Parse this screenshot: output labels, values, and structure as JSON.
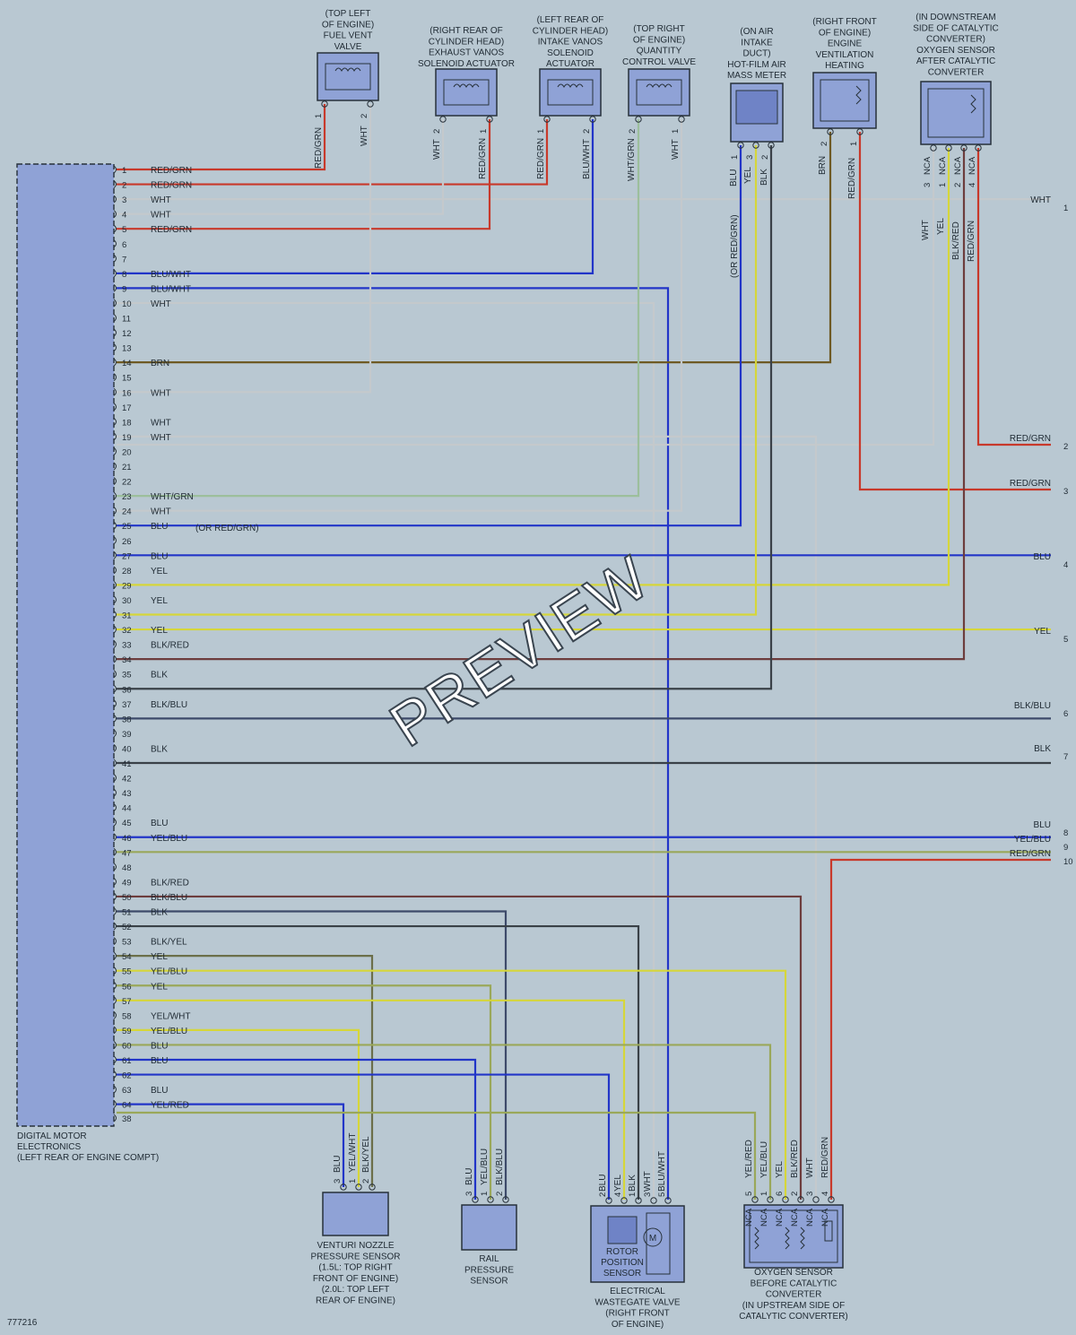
{
  "diagram_number": "777216",
  "watermark": "PREVIEW",
  "ecu": {
    "label_lines": [
      "DIGITAL MOTOR",
      "ELECTRONICS",
      "(LEFT REAR OF ENGINE COMPT)"
    ]
  },
  "ecu_pins": [
    {
      "n": "1",
      "wire": "RED/GRN"
    },
    {
      "n": "2",
      "wire": "RED/GRN"
    },
    {
      "n": "3",
      "wire": "WHT"
    },
    {
      "n": "4",
      "wire": "WHT"
    },
    {
      "n": "5",
      "wire": "RED/GRN"
    },
    {
      "n": "6",
      "wire": ""
    },
    {
      "n": "7",
      "wire": ""
    },
    {
      "n": "8",
      "wire": "BLU/WHT"
    },
    {
      "n": "9",
      "wire": "BLU/WHT"
    },
    {
      "n": "10",
      "wire": "WHT"
    },
    {
      "n": "11",
      "wire": ""
    },
    {
      "n": "12",
      "wire": ""
    },
    {
      "n": "13",
      "wire": ""
    },
    {
      "n": "14",
      "wire": "BRN"
    },
    {
      "n": "15",
      "wire": ""
    },
    {
      "n": "16",
      "wire": "WHT"
    },
    {
      "n": "17",
      "wire": ""
    },
    {
      "n": "18",
      "wire": "WHT"
    },
    {
      "n": "19",
      "wire": "WHT"
    },
    {
      "n": "20",
      "wire": ""
    },
    {
      "n": "21",
      "wire": ""
    },
    {
      "n": "22",
      "wire": ""
    },
    {
      "n": "23",
      "wire": "WHT/GRN"
    },
    {
      "n": "24",
      "wire": "WHT"
    },
    {
      "n": "25",
      "wire": "BLU"
    },
    {
      "n": "26",
      "wire": ""
    },
    {
      "n": "27",
      "wire": "BLU"
    },
    {
      "n": "28",
      "wire": "YEL"
    },
    {
      "n": "29",
      "wire": ""
    },
    {
      "n": "30",
      "wire": "YEL"
    },
    {
      "n": "31",
      "wire": ""
    },
    {
      "n": "32",
      "wire": "YEL"
    },
    {
      "n": "33",
      "wire": "BLK/RED"
    },
    {
      "n": "34",
      "wire": ""
    },
    {
      "n": "35",
      "wire": "BLK"
    },
    {
      "n": "36",
      "wire": ""
    },
    {
      "n": "37",
      "wire": "BLK/BLU"
    },
    {
      "n": "38",
      "wire": ""
    },
    {
      "n": "39",
      "wire": ""
    },
    {
      "n": "40",
      "wire": "BLK"
    },
    {
      "n": "41",
      "wire": ""
    },
    {
      "n": "42",
      "wire": ""
    },
    {
      "n": "43",
      "wire": ""
    },
    {
      "n": "44",
      "wire": ""
    },
    {
      "n": "45",
      "wire": "BLU"
    },
    {
      "n": "46",
      "wire": "YEL/BLU"
    },
    {
      "n": "47",
      "wire": ""
    },
    {
      "n": "48",
      "wire": ""
    },
    {
      "n": "49",
      "wire": "BLK/RED"
    },
    {
      "n": "50",
      "wire": "BLK/BLU"
    },
    {
      "n": "51",
      "wire": "BLK"
    },
    {
      "n": "52",
      "wire": ""
    },
    {
      "n": "53",
      "wire": "BLK/YEL"
    },
    {
      "n": "54",
      "wire": "YEL"
    },
    {
      "n": "55",
      "wire": "YEL/BLU"
    },
    {
      "n": "56",
      "wire": "YEL"
    },
    {
      "n": "57",
      "wire": ""
    },
    {
      "n": "58",
      "wire": "YEL/WHT"
    },
    {
      "n": "59",
      "wire": "YEL/BLU"
    },
    {
      "n": "60",
      "wire": "BLU"
    },
    {
      "n": "61",
      "wire": "BLU"
    },
    {
      "n": "62",
      "wire": ""
    },
    {
      "n": "63",
      "wire": "BLU"
    },
    {
      "n": "64",
      "wire": "YEL/RED"
    },
    {
      "n": "38",
      "wire": ""
    }
  ],
  "or_note": "(OR RED/GRN)",
  "top_components": [
    {
      "caption": [
        "(TOP LEFT",
        "OF ENGINE)",
        "FUEL VENT",
        "VALVE"
      ],
      "pins": [
        {
          "n": "1",
          "wire": "RED/GRN"
        },
        {
          "n": "2",
          "wire": "WHT"
        }
      ]
    },
    {
      "caption": [
        "(RIGHT REAR OF",
        "CYLINDER HEAD)",
        "EXHAUST VANOS",
        "SOLENOID ACTUATOR"
      ],
      "pins": [
        {
          "n": "2",
          "wire": "WHT"
        },
        {
          "n": "1",
          "wire": "RED/GRN"
        }
      ]
    },
    {
      "caption": [
        "(LEFT REAR OF",
        "CYLINDER HEAD)",
        "INTAKE VANOS",
        "SOLENOID",
        "ACTUATOR"
      ],
      "pins": [
        {
          "n": "1",
          "wire": "RED/GRN"
        },
        {
          "n": "2",
          "wire": "BLU/WHT"
        }
      ]
    },
    {
      "caption": [
        "(TOP RIGHT",
        "OF ENGINE)",
        "QUANTITY",
        "CONTROL VALVE"
      ],
      "pins": [
        {
          "n": "2",
          "wire": "WHT/GRN"
        },
        {
          "n": "1",
          "wire": "WHT"
        }
      ]
    },
    {
      "caption": [
        "(ON AIR",
        "INTAKE",
        "DUCT)",
        "HOT-FILM AIR",
        "MASS METER"
      ],
      "pins": [
        {
          "n": "1",
          "wire": "BLU"
        },
        {
          "n": "3",
          "wire": "YEL"
        },
        {
          "n": "2",
          "wire": "BLK"
        }
      ],
      "note": "(OR RED/GRN)"
    },
    {
      "caption": [
        "(RIGHT FRONT",
        "OF ENGINE)",
        "ENGINE",
        "VENTILATION",
        "HEATING"
      ],
      "pins": [
        {
          "n": "2",
          "wire": "BRN"
        },
        {
          "n": "1",
          "wire": "RED/GRN"
        }
      ]
    },
    {
      "caption": [
        "(IN DOWNSTREAM",
        "SIDE OF CATALYTIC",
        "CONVERTER)",
        "OXYGEN SENSOR",
        "AFTER CATALYTIC",
        "CONVERTER"
      ],
      "pins": [
        {
          "n": "3",
          "nca": "NCA",
          "wire": "WHT"
        },
        {
          "n": "1",
          "nca": "NCA",
          "wire": "YEL"
        },
        {
          "n": "2",
          "nca": "NCA",
          "wire": "BLK/RED"
        },
        {
          "n": "4",
          "nca": "NCA",
          "wire": "RED/GRN"
        }
      ]
    }
  ],
  "right_terminals": [
    {
      "n": "1",
      "wire": "WHT"
    },
    {
      "n": "2",
      "wire": "RED/GRN"
    },
    {
      "n": "3",
      "wire": "RED/GRN"
    },
    {
      "n": "4",
      "wire": "BLU"
    },
    {
      "n": "5",
      "wire": "YEL"
    },
    {
      "n": "6",
      "wire": "BLK/BLU"
    },
    {
      "n": "7",
      "wire": "BLK"
    },
    {
      "n": "8",
      "wire": "BLU"
    },
    {
      "n": "9",
      "wire": "YEL/BLU"
    },
    {
      "n": "10",
      "wire": "RED/GRN"
    }
  ],
  "bottom_components": [
    {
      "caption": [
        "VENTURI NOZZLE",
        "PRESSURE SENSOR",
        "(1.5L: TOP RIGHT",
        "FRONT OF ENGINE)",
        "(2.0L: TOP LEFT",
        "REAR OF ENGINE)"
      ],
      "pins": [
        {
          "n": "3",
          "wire": "BLU"
        },
        {
          "n": "1",
          "wire": "YEL/WHT"
        },
        {
          "n": "2",
          "wire": "BLK/YEL"
        }
      ]
    },
    {
      "caption": [
        "RAIL",
        "PRESSURE",
        "SENSOR"
      ],
      "pins": [
        {
          "n": "3",
          "wire": "BLU"
        },
        {
          "n": "1",
          "wire": "YEL/BLU"
        },
        {
          "n": "2",
          "wire": "BLK/BLU"
        }
      ]
    },
    {
      "caption": [
        "ELECTRICAL",
        "WASTEGATE VALVE",
        "(RIGHT FRONT",
        "OF ENGINE)"
      ],
      "inner": [
        "ROTOR",
        "POSITION",
        "SENSOR"
      ],
      "motor": "M",
      "pins": [
        {
          "n": "2",
          "wire": "BLU"
        },
        {
          "n": "4",
          "wire": "YEL"
        },
        {
          "n": "1",
          "wire": "BLK"
        },
        {
          "n": "3",
          "wire": "WHT"
        },
        {
          "n": "5",
          "wire": "BLU/WHT"
        }
      ]
    },
    {
      "caption": [
        "OXYGEN SENSOR",
        "BEFORE CATALYTIC",
        "CONVERTER",
        "(IN UPSTREAM SIDE OF",
        "CATALYTIC CONVERTER)"
      ],
      "pins": [
        {
          "n": "5",
          "nca": "NCA",
          "wire": "YEL/RED"
        },
        {
          "n": "1",
          "nca": "NCA",
          "wire": "YEL/BLU"
        },
        {
          "n": "6",
          "nca": "NCA",
          "wire": "YEL"
        },
        {
          "n": "2",
          "nca": "NCA",
          "wire": "BLK/RED"
        },
        {
          "n": "3",
          "nca": "NCA",
          "wire": "WHT"
        },
        {
          "n": "4",
          "nca": "NCA",
          "wire": "RED/GRN"
        }
      ]
    }
  ],
  "colors": {
    "RED": "#c8392b",
    "WHT": "#c4c9cc",
    "BLU": "#2235c8",
    "YEL": "#d6d63a",
    "BRN": "#6e5a24",
    "BLK": "#3a4148",
    "BLKBLU": "#3d4a6a",
    "GRN": "#9cbf9c",
    "YELBLU": "#9aa85a",
    "BLKRED": "#6d3d3d",
    "BLKYEL": "#6b6f4a"
  }
}
